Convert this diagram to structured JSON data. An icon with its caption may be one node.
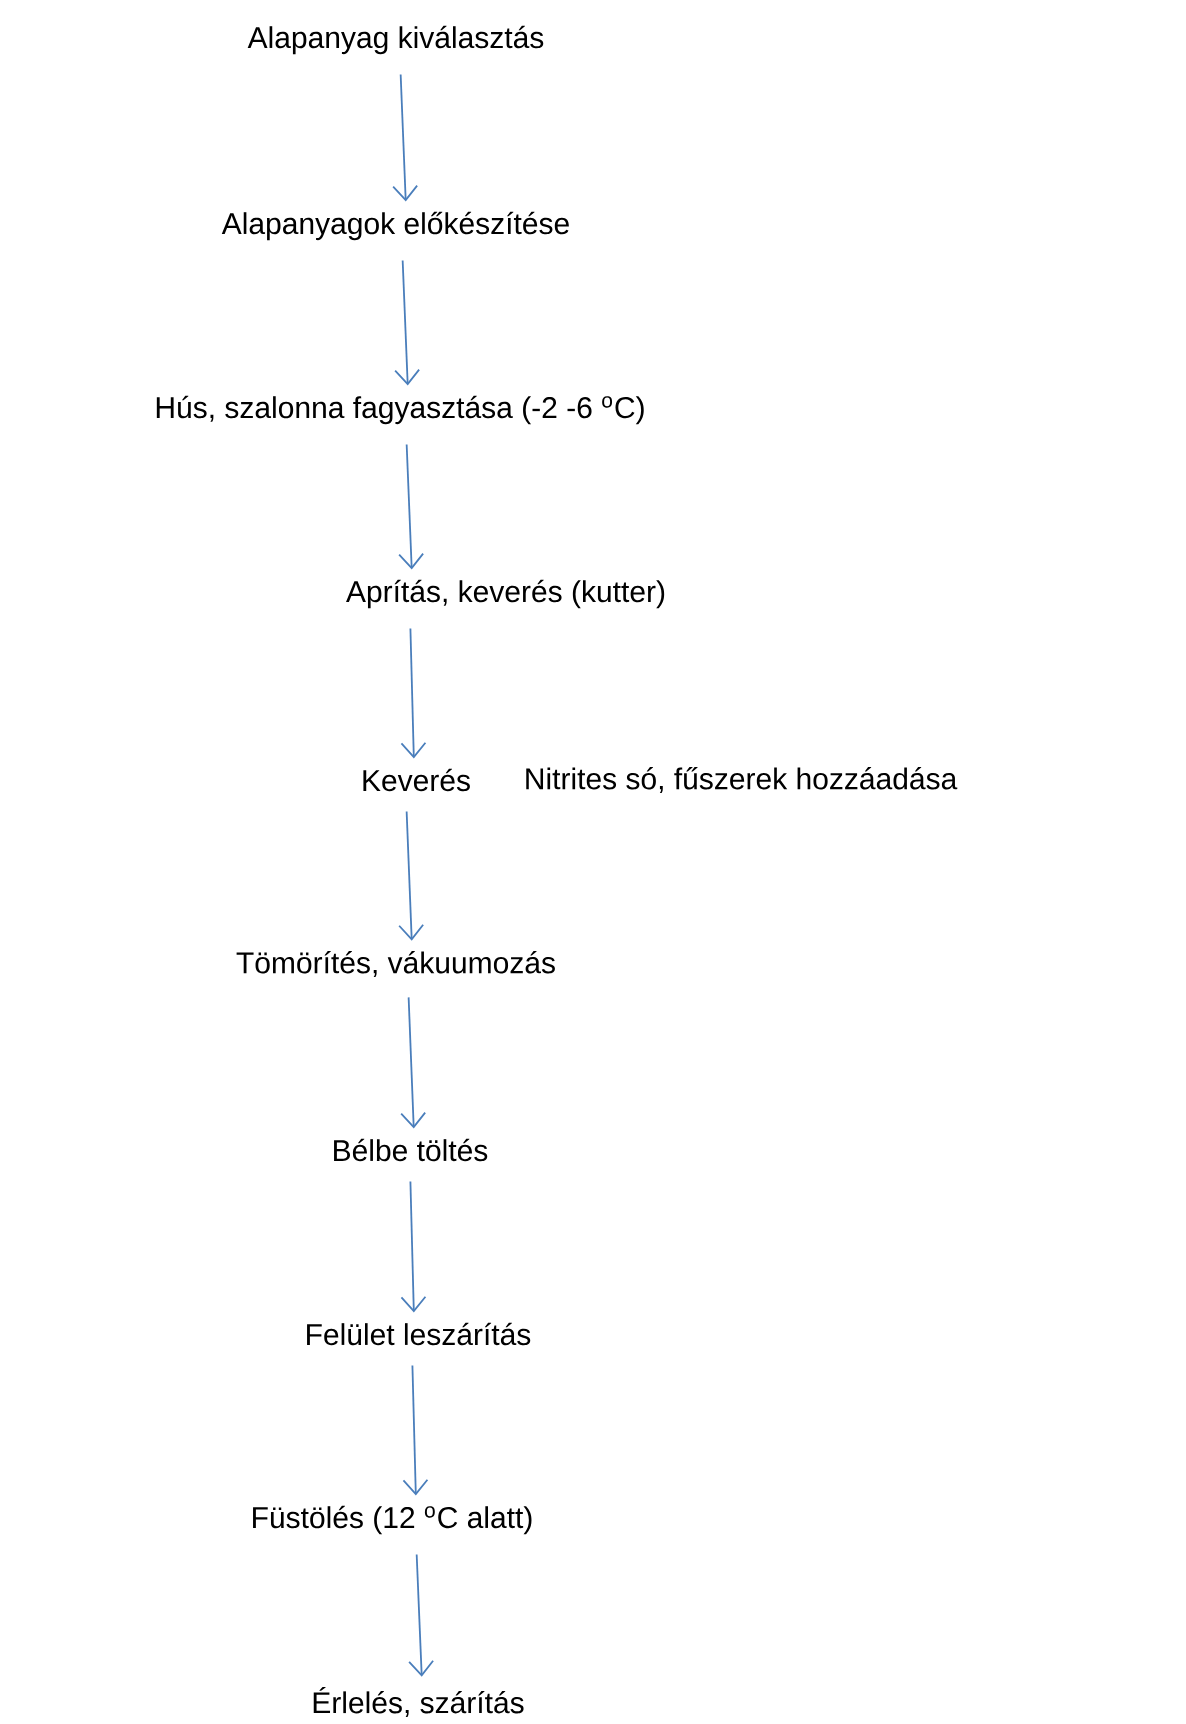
{
  "diagram": {
    "nodes": [
      {
        "text": [
          "Alapanyag kiválasztás"
        ]
      },
      {
        "text": [
          "Alapanyagok előkészítése"
        ]
      },
      {
        "text": [
          "Hús, szalonna fagyasztása (-2 -6 $^{o}$C)"
        ]
      },
      {
        "text": [
          "Aprítás, keverés (kutter)"
        ]
      },
      {
        "text": [
          "Keverés"
        ],
        "beside": [
          "Nitrites só, fűszerek hozzáadása"
        ]
      },
      {
        "text": [
          "Tömörítés, vákuumozás"
        ]
      },
      {
        "text": [
          "Bélbe töltés"
        ]
      },
      {
        "text": [
          "Felület leszárítás"
        ]
      },
      {
        "text": [
          "Füstölés (12 $^{o}$C alatt)"
        ]
      },
      {
        "text": [
          "Érlelés, szárítás"
        ]
      }
    ],
    "edges": [
      {
        "from": 0,
        "to": 1,
        "arrow": "to"
      },
      {
        "from": 1,
        "to": 2,
        "arrow": "to"
      },
      {
        "from": 2,
        "to": 3,
        "arrow": "to"
      },
      {
        "from": 3,
        "to": 4,
        "arrow": "to"
      },
      {
        "from": 4,
        "to": 5,
        "arrow": "to"
      },
      {
        "from": 5,
        "to": 6,
        "arrow": "to"
      },
      {
        "from": 6,
        "to": 7,
        "arrow": "to"
      },
      {
        "from": 7,
        "to": 8,
        "arrow": "to"
      },
      {
        "from": 8,
        "to": 9,
        "arrow": "to"
      }
    ]
  }
}
